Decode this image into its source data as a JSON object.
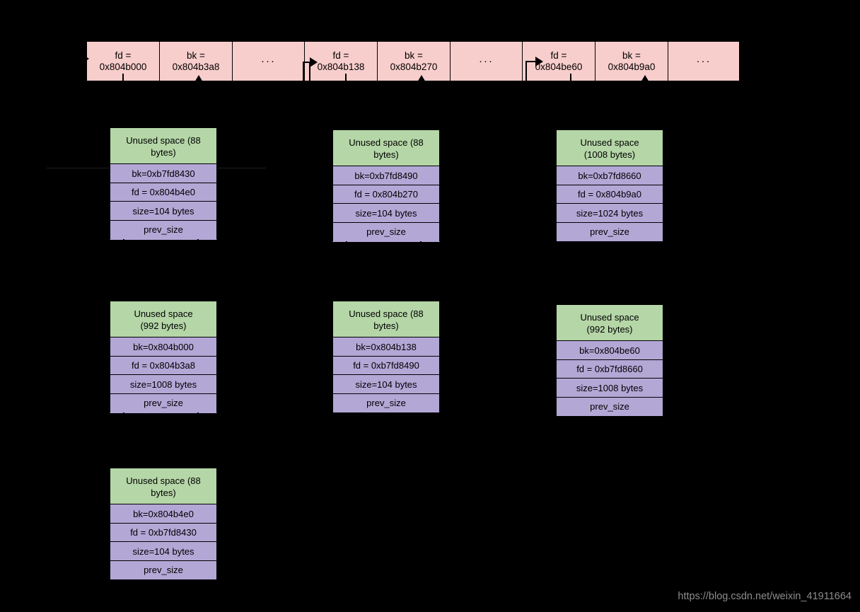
{
  "diagram": {
    "title": "glibc heap unsorted-bin / chunk layout diagram",
    "colors": {
      "background": "#000000",
      "bin_cell": "#f8cecc",
      "chunk_header": "#b5d6a7",
      "chunk_field": "#b3a7d6",
      "stroke": "#000000",
      "watermark_text": "#8c8c8c"
    }
  },
  "bin_bar": {
    "cells": [
      {
        "id": "cell-0",
        "line1": "fd =",
        "line2": "0x804b000",
        "type": "addr"
      },
      {
        "id": "cell-1",
        "line1": "bk =",
        "line2": "0x804b3a8",
        "type": "addr"
      },
      {
        "id": "cell-2",
        "line1": "",
        "line2": "···",
        "type": "dots"
      },
      {
        "id": "cell-3",
        "line1": "fd =",
        "line2": "0x804b138",
        "type": "addr"
      },
      {
        "id": "cell-4",
        "line1": "bk =",
        "line2": "0x804b270",
        "type": "addr"
      },
      {
        "id": "cell-5",
        "line1": "",
        "line2": "···",
        "type": "dots"
      },
      {
        "id": "cell-6",
        "line1": "fd =",
        "line2": "0x804be60",
        "type": "addr"
      },
      {
        "id": "cell-7",
        "line1": "bk =",
        "line2": "0x804b9a0",
        "type": "addr"
      },
      {
        "id": "cell-8",
        "line1": "",
        "line2": "···",
        "type": "dots"
      }
    ]
  },
  "chunks": [
    {
      "id": "chunk-r1c1",
      "header_line1": "Unused space (88",
      "header_line2": "bytes)",
      "bk": "bk=0xb7fd8430",
      "fd": "fd = 0x804b4e0",
      "size": "size=104 bytes",
      "prev_size": "prev_size"
    },
    {
      "id": "chunk-r1c2",
      "header_line1": "Unused space (88",
      "header_line2": "bytes)",
      "bk": "bk=0xb7fd8490",
      "fd": "fd = 0x804b270",
      "size": "size=104 bytes",
      "prev_size": "prev_size"
    },
    {
      "id": "chunk-r1c3",
      "header_line1": "Unused space",
      "header_line2": "(1008 bytes)",
      "bk": "bk=0xb7fd8660",
      "fd": "fd = 0x804b9a0",
      "size": "size=1024 bytes",
      "prev_size": "prev_size"
    },
    {
      "id": "chunk-r2c1",
      "header_line1": "Unused space",
      "header_line2": "(992 bytes)",
      "bk": "bk=0x804b000",
      "fd": "fd = 0x804b3a8",
      "size": "size=1008 bytes",
      "prev_size": "prev_size"
    },
    {
      "id": "chunk-r2c2",
      "header_line1": "Unused space (88",
      "header_line2": "bytes)",
      "bk": "bk=0x804b138",
      "fd": "fd = 0xb7fd8490",
      "size": "size=104 bytes",
      "prev_size": "prev_size"
    },
    {
      "id": "chunk-r2c3",
      "header_line1": "Unused space",
      "header_line2": "(992 bytes)",
      "bk": "bk=0x804be60",
      "fd": "fd = 0xb7fd8660",
      "size": "size=1008 bytes",
      "prev_size": "prev_size"
    },
    {
      "id": "chunk-r3c1",
      "header_line1": "Unused space (88",
      "header_line2": "bytes)",
      "bk": "bk=0x804b4e0",
      "fd": "fd = 0xb7fd8430",
      "size": "size=104 bytes",
      "prev_size": "prev_size"
    }
  ],
  "watermark": {
    "text": "https://blog.csdn.net/weixin_41911664"
  }
}
